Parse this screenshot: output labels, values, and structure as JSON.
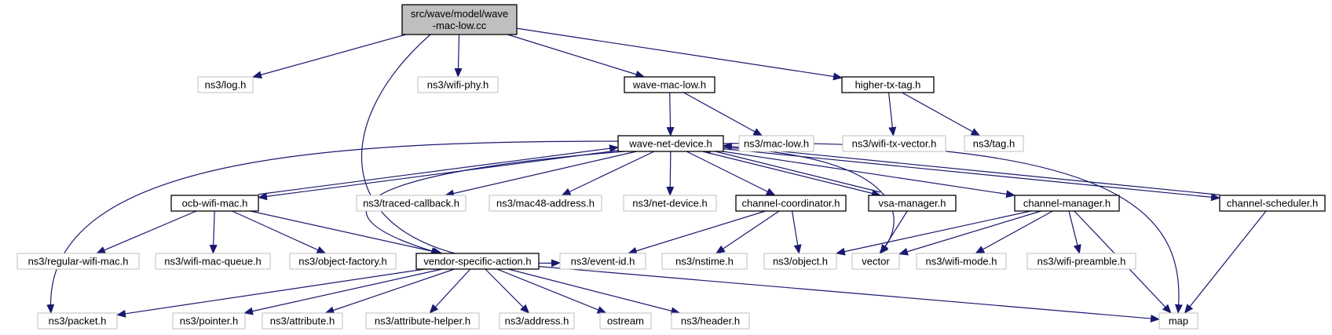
{
  "colors": {
    "edge": "#191970",
    "focus_fill": "#bfbfbf",
    "node_border": "#000000",
    "external_border": "#bfbfbf",
    "node_fill": "#ffffff",
    "text": "#000000"
  },
  "nodes": [
    {
      "id": "root",
      "lines": [
        "src/wave/model/wave",
        "-mac-low.cc"
      ],
      "kind": "focus"
    },
    {
      "id": "log",
      "lines": [
        "ns3/log.h"
      ],
      "kind": "external"
    },
    {
      "id": "wifi_phy",
      "lines": [
        "ns3/wifi-phy.h"
      ],
      "kind": "external"
    },
    {
      "id": "wave_mac_low",
      "lines": [
        "wave-mac-low.h"
      ],
      "kind": "local"
    },
    {
      "id": "higher_tx_tag",
      "lines": [
        "higher-tx-tag.h"
      ],
      "kind": "local"
    },
    {
      "id": "wave_net_device",
      "lines": [
        "wave-net-device.h"
      ],
      "kind": "local"
    },
    {
      "id": "mac_low",
      "lines": [
        "ns3/mac-low.h"
      ],
      "kind": "external"
    },
    {
      "id": "wifi_tx_vector",
      "lines": [
        "ns3/wifi-tx-vector.h"
      ],
      "kind": "external"
    },
    {
      "id": "tag",
      "lines": [
        "ns3/tag.h"
      ],
      "kind": "external"
    },
    {
      "id": "ocb_wifi_mac",
      "lines": [
        "ocb-wifi-mac.h"
      ],
      "kind": "local"
    },
    {
      "id": "traced_callback",
      "lines": [
        "ns3/traced-callback.h"
      ],
      "kind": "external"
    },
    {
      "id": "mac48_address",
      "lines": [
        "ns3/mac48-address.h"
      ],
      "kind": "external"
    },
    {
      "id": "net_device",
      "lines": [
        "ns3/net-device.h"
      ],
      "kind": "external"
    },
    {
      "id": "channel_coordinator",
      "lines": [
        "channel-coordinator.h"
      ],
      "kind": "local"
    },
    {
      "id": "vsa_manager",
      "lines": [
        "vsa-manager.h"
      ],
      "kind": "local"
    },
    {
      "id": "channel_manager",
      "lines": [
        "channel-manager.h"
      ],
      "kind": "local"
    },
    {
      "id": "channel_scheduler",
      "lines": [
        "channel-scheduler.h"
      ],
      "kind": "local"
    },
    {
      "id": "regular_wifi_mac",
      "lines": [
        "ns3/regular-wifi-mac.h"
      ],
      "kind": "external"
    },
    {
      "id": "wifi_mac_queue",
      "lines": [
        "ns3/wifi-mac-queue.h"
      ],
      "kind": "external"
    },
    {
      "id": "object_factory",
      "lines": [
        "ns3/object-factory.h"
      ],
      "kind": "external"
    },
    {
      "id": "vendor_specific_action",
      "lines": [
        "vendor-specific-action.h"
      ],
      "kind": "local"
    },
    {
      "id": "event_id",
      "lines": [
        "ns3/event-id.h"
      ],
      "kind": "external"
    },
    {
      "id": "nstime",
      "lines": [
        "ns3/nstime.h"
      ],
      "kind": "external"
    },
    {
      "id": "object",
      "lines": [
        "ns3/object.h"
      ],
      "kind": "external"
    },
    {
      "id": "vector",
      "lines": [
        "vector"
      ],
      "kind": "external"
    },
    {
      "id": "wifi_mode",
      "lines": [
        "ns3/wifi-mode.h"
      ],
      "kind": "external"
    },
    {
      "id": "wifi_preamble",
      "lines": [
        "ns3/wifi-preamble.h"
      ],
      "kind": "external"
    },
    {
      "id": "packet",
      "lines": [
        "ns3/packet.h"
      ],
      "kind": "external"
    },
    {
      "id": "pointer",
      "lines": [
        "ns3/pointer.h"
      ],
      "kind": "external"
    },
    {
      "id": "attribute",
      "lines": [
        "ns3/attribute.h"
      ],
      "kind": "external"
    },
    {
      "id": "attribute_helper",
      "lines": [
        "ns3/attribute-helper.h"
      ],
      "kind": "external"
    },
    {
      "id": "address",
      "lines": [
        "ns3/address.h"
      ],
      "kind": "external"
    },
    {
      "id": "ostream",
      "lines": [
        "ostream"
      ],
      "kind": "external"
    },
    {
      "id": "header",
      "lines": [
        "ns3/header.h"
      ],
      "kind": "external"
    },
    {
      "id": "map",
      "lines": [
        "map"
      ],
      "kind": "external"
    }
  ],
  "edges": [
    {
      "from": "root",
      "to": "log"
    },
    {
      "from": "root",
      "to": "wifi_phy"
    },
    {
      "from": "root",
      "to": "wave_mac_low"
    },
    {
      "from": "root",
      "to": "higher_tx_tag"
    },
    {
      "from": "root",
      "to": "event_id"
    },
    {
      "from": "wave_mac_low",
      "to": "wave_net_device"
    },
    {
      "from": "wave_mac_low",
      "to": "mac_low"
    },
    {
      "from": "higher_tx_tag",
      "to": "wifi_tx_vector"
    },
    {
      "from": "higher_tx_tag",
      "to": "tag"
    },
    {
      "from": "wave_net_device",
      "to": "packet"
    },
    {
      "from": "wave_net_device",
      "to": "ocb_wifi_mac"
    },
    {
      "from": "wave_net_device",
      "to": "vendor_specific_action"
    },
    {
      "from": "wave_net_device",
      "to": "traced_callback"
    },
    {
      "from": "wave_net_device",
      "to": "mac48_address"
    },
    {
      "from": "wave_net_device",
      "to": "net_device"
    },
    {
      "from": "wave_net_device",
      "to": "channel_coordinator"
    },
    {
      "from": "wave_net_device",
      "to": "vsa_manager"
    },
    {
      "from": "wave_net_device",
      "to": "channel_manager"
    },
    {
      "from": "wave_net_device",
      "to": "channel_scheduler"
    },
    {
      "from": "wave_net_device",
      "to": "vector"
    },
    {
      "from": "wave_net_device",
      "to": "map"
    },
    {
      "from": "ocb_wifi_mac",
      "to": "wave_net_device"
    },
    {
      "from": "ocb_wifi_mac",
      "to": "regular_wifi_mac"
    },
    {
      "from": "ocb_wifi_mac",
      "to": "wifi_mac_queue"
    },
    {
      "from": "ocb_wifi_mac",
      "to": "object_factory"
    },
    {
      "from": "ocb_wifi_mac",
      "to": "vendor_specific_action"
    },
    {
      "from": "channel_coordinator",
      "to": "event_id"
    },
    {
      "from": "channel_coordinator",
      "to": "nstime"
    },
    {
      "from": "channel_coordinator",
      "to": "object"
    },
    {
      "from": "vsa_manager",
      "to": "wave_net_device"
    },
    {
      "from": "vsa_manager",
      "to": "vector"
    },
    {
      "from": "channel_manager",
      "to": "object"
    },
    {
      "from": "channel_manager",
      "to": "vector"
    },
    {
      "from": "channel_manager",
      "to": "wifi_mode"
    },
    {
      "from": "channel_manager",
      "to": "wifi_preamble"
    },
    {
      "from": "channel_manager",
      "to": "map"
    },
    {
      "from": "channel_scheduler",
      "to": "wave_net_device"
    },
    {
      "from": "channel_scheduler",
      "to": "map"
    },
    {
      "from": "vendor_specific_action",
      "to": "packet"
    },
    {
      "from": "vendor_specific_action",
      "to": "pointer"
    },
    {
      "from": "vendor_specific_action",
      "to": "attribute"
    },
    {
      "from": "vendor_specific_action",
      "to": "attribute_helper"
    },
    {
      "from": "vendor_specific_action",
      "to": "address"
    },
    {
      "from": "vendor_specific_action",
      "to": "ostream"
    },
    {
      "from": "vendor_specific_action",
      "to": "header"
    },
    {
      "from": "vendor_specific_action",
      "to": "map"
    }
  ]
}
